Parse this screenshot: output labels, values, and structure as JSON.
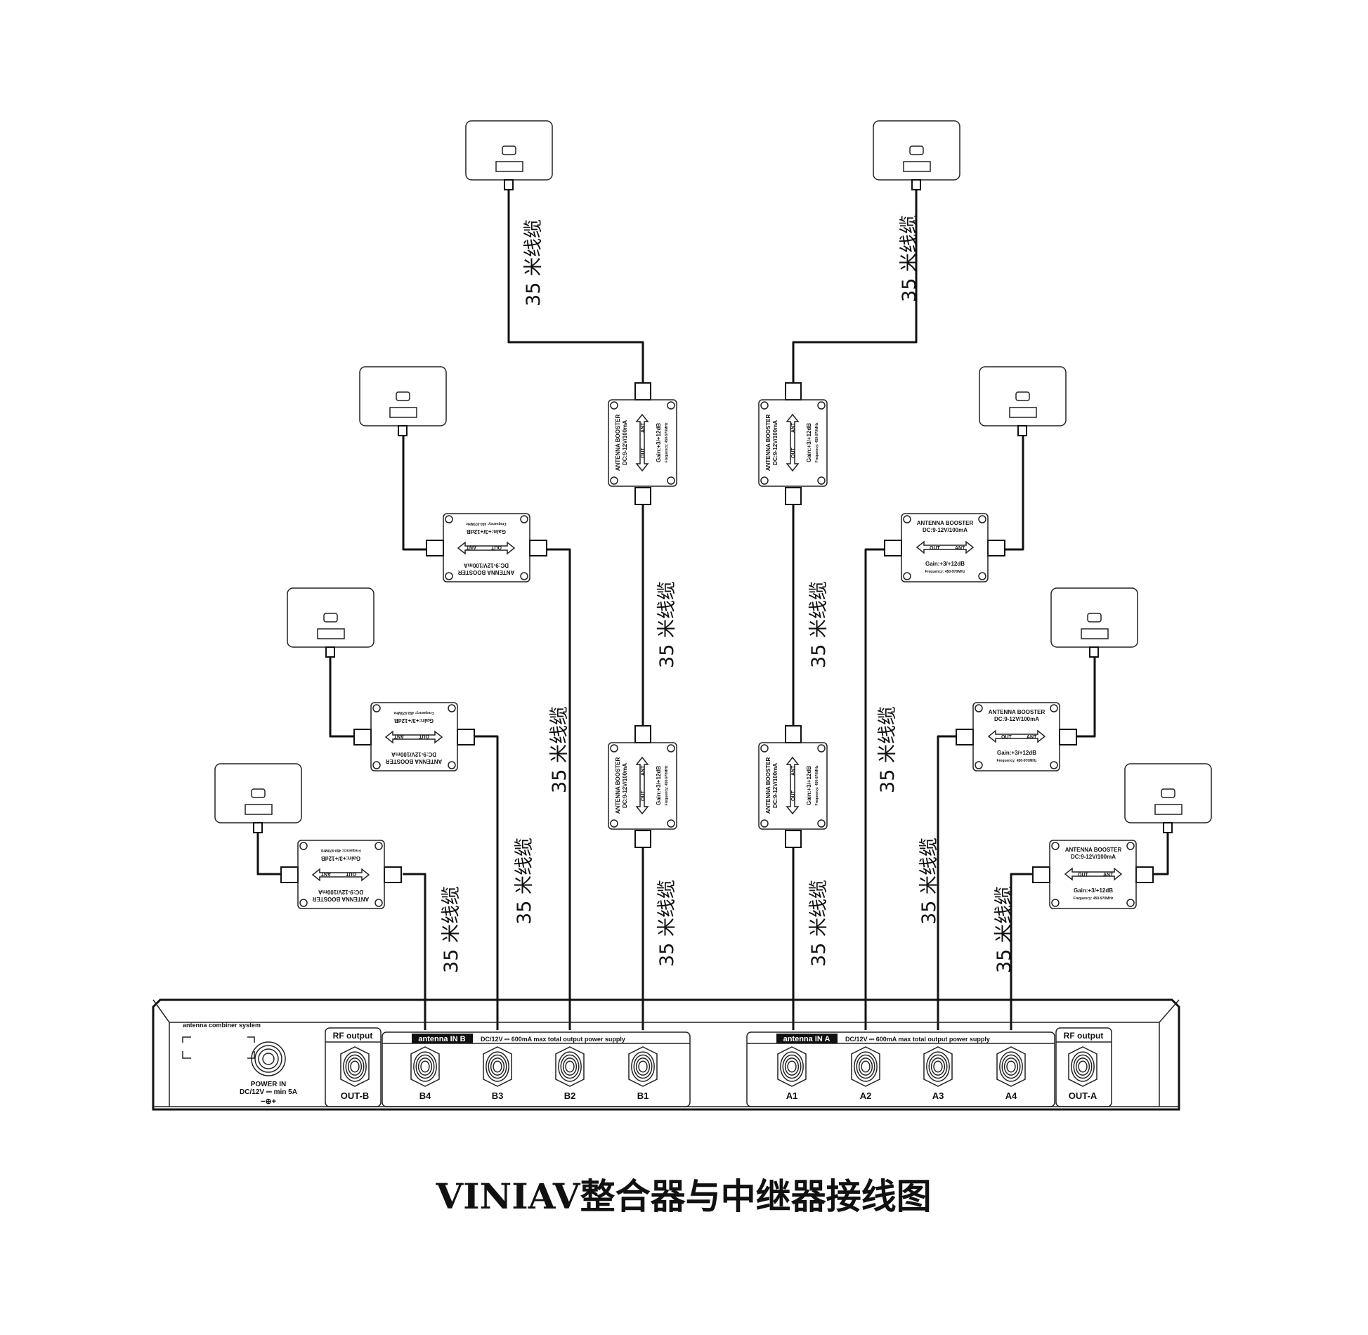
{
  "title": "VINIAV整合器与中继器接线图",
  "cable_label": "35 米线缆",
  "booster": {
    "name": "ANTENNA BOOSTER",
    "power": "DC:9-12V/100mA",
    "out": "OUT",
    "ant": "ANT",
    "gain": "Gain:+3/+12dB",
    "frequency": "Frequency: 450-970MHz"
  },
  "combiner": {
    "system_label": "antenna combiner system",
    "power_in": "POWER IN",
    "power_spec": "DC/12V ⎓ min 5A",
    "polarity": "−⊕+",
    "rf_output": "RF  output",
    "group_b_label": "antenna IN B",
    "group_a_label": "antenna IN A",
    "supply_note": "DC/12V ⎓ 600mA max total output power supply",
    "ports_b": [
      "OUT-B",
      "B4",
      "B3",
      "B2",
      "B1"
    ],
    "ports_a": [
      "A1",
      "A2",
      "A3",
      "A4",
      "OUT-A"
    ]
  },
  "colors": {
    "line": "#111111",
    "background": "#ffffff"
  }
}
